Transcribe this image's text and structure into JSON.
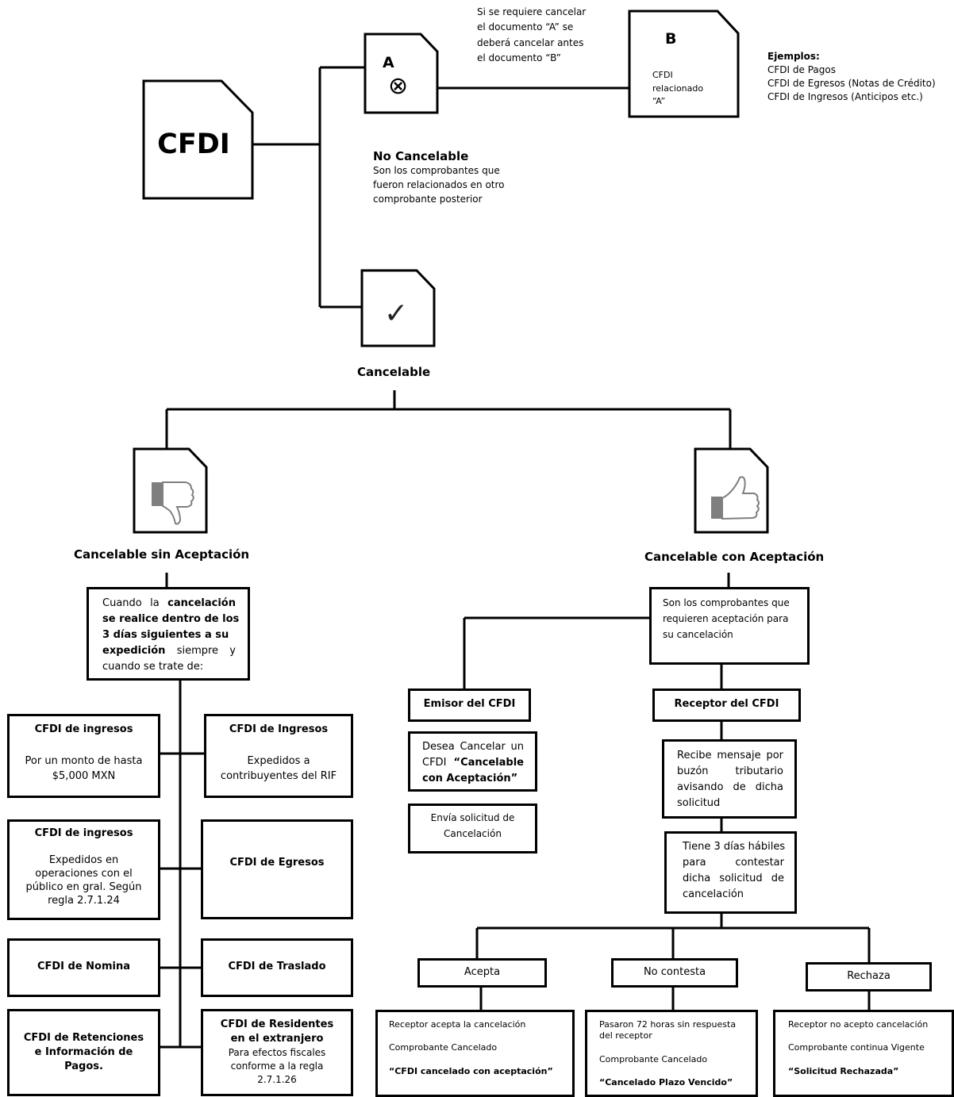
{
  "top": {
    "cfdi_label": "CFDI",
    "doc_a_letter": "A",
    "doc_a_symbol": "⊗",
    "doc_b_letter": "B",
    "doc_b_text": [
      "CFDI",
      "relacionado",
      "“A”"
    ],
    "note_lines": [
      "Si se requiere cancelar",
      "el documento “A” se",
      "deberá cancelar antes",
      "el documento “B”"
    ],
    "examples_title": "Ejemplos:",
    "examples": [
      "CFDI de Pagos",
      "CFDI de Egresos (Notas de Crédito)",
      "CFDI de Ingresos (Anticipos etc.)"
    ],
    "no_cancelable_title": "No Cancelable",
    "no_cancelable_desc": [
      "Son los comprobantes que",
      "fueron relacionados en otro",
      "comprobante posterior"
    ],
    "cancelable_symbol": "✓",
    "cancelable_label": "Cancelable"
  },
  "left": {
    "title": "Cancelable sin Aceptación",
    "condition_lines": [
      [
        "Cuando",
        "la",
        "cancelación"
      ],
      [
        "se realice dentro de los"
      ],
      [
        "3 días siguientes a su"
      ],
      [
        "expedición",
        "siempre",
        "y"
      ],
      [
        "cuando se trate de:"
      ]
    ],
    "boxes": {
      "ingresos_5000": {
        "title": "CFDI de ingresos",
        "lines": [
          "Por un monto de hasta",
          "$5,000 MXN"
        ]
      },
      "ingresos_rif": {
        "title": "CFDI de Ingresos",
        "lines": [
          "Expedidos a",
          "contribuyentes del RIF"
        ]
      },
      "ingresos_publico": {
        "title": "CFDI de ingresos",
        "lines": [
          "Expedidos en",
          "operaciones con el",
          "público en gral.  Según",
          "regla 2.7.1.24"
        ]
      },
      "egresos": {
        "title": "CFDI de Egresos"
      },
      "nomina": {
        "title": "CFDI de Nomina"
      },
      "traslado": {
        "title": "CFDI de Traslado"
      },
      "retenciones": {
        "title_lines": [
          "CFDI de Retenciones",
          "e Información de",
          "Pagos."
        ]
      },
      "residentes": {
        "title_lines": [
          "CFDI de Residentes",
          "en el extranjero"
        ],
        "lines": [
          "Para efectos fiscales",
          "conforme a la regla",
          "2.7.1.26"
        ]
      }
    }
  },
  "right": {
    "title": "Cancelable con Aceptación",
    "desc_lines": [
      "Son los comprobantes que",
      "requieren aceptación para",
      "su cancelación"
    ],
    "emisor": "Emisor del CFDI",
    "emisor_desc_lines": [
      [
        "Desea",
        "Cancelar",
        "un"
      ],
      [
        "CFDI",
        "“Cancelable"
      ],
      [
        "con Aceptación”"
      ]
    ],
    "emisor_send_lines": [
      "Envía solicitud de",
      "Cancelación"
    ],
    "receptor": "Receptor del CFDI",
    "receptor_msg_lines": [
      [
        "Recibe",
        "mensaje",
        "por"
      ],
      [
        "buzón",
        "tributario"
      ],
      [
        "avisando",
        "de",
        "dicha"
      ],
      [
        "solicitud"
      ]
    ],
    "receptor_days_lines": [
      [
        "Tiene 3 días hábiles"
      ],
      [
        "para",
        "contestar"
      ],
      [
        "dicha",
        "solicitud",
        "de"
      ],
      [
        "cancelación"
      ]
    ],
    "options": [
      {
        "label": "Acepta",
        "lines": [
          "Receptor acepta la cancelación",
          "Comprobante Cancelado"
        ],
        "result": "“CFDI cancelado con aceptación”"
      },
      {
        "label": "No contesta",
        "lines": [
          "Pasaron 72 horas sin respuesta",
          "del receptor",
          "Comprobante Cancelado"
        ],
        "result": "“Cancelado Plazo Vencido”"
      },
      {
        "label": "Rechaza",
        "lines": [
          "Receptor  no acepto cancelación",
          "Comprobante continua Vigente"
        ],
        "result": "“Solicitud Rechazada”"
      }
    ]
  },
  "icons": {
    "thumbs_down": "thumbs-down-icon",
    "thumbs_up": "thumbs-up-icon",
    "cross": "circled-x-icon",
    "check": "check-icon"
  }
}
